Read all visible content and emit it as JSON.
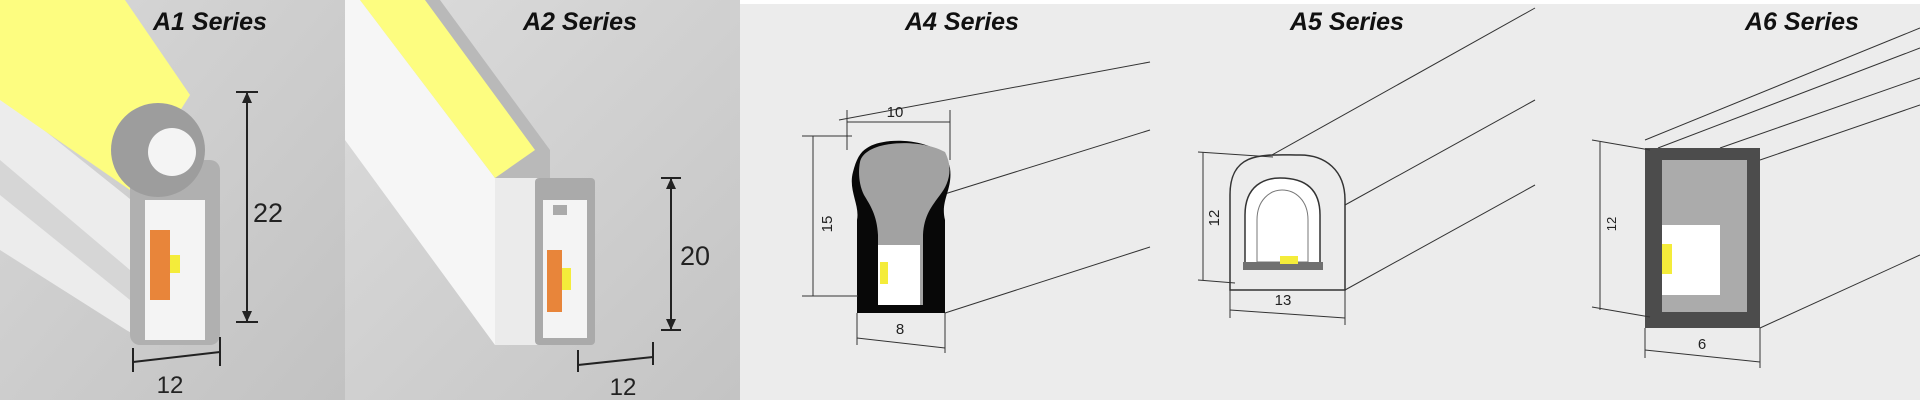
{
  "panels": [
    {
      "title": "A1 Series",
      "height_label": "22",
      "width_label": "12"
    },
    {
      "title": "A2 Series",
      "height_label": "20",
      "width_label": "12"
    },
    {
      "title": "A4 Series",
      "top_width_label": "10",
      "height_label": "15",
      "width_label": "8"
    },
    {
      "title": "A5 Series",
      "height_label": "12",
      "width_label": "13"
    },
    {
      "title": "A6 Series",
      "height_label": "12",
      "width_label": "6"
    }
  ],
  "colors": {
    "led_glow": "#fdfd80",
    "led_chip": "#f4ec3a",
    "led_strip": "#e8853a",
    "photo_bg": "#cfcfcf",
    "drawing_bg": "#ececec",
    "profile_gray": "#a2a2a2",
    "profile_dark": "#080808"
  }
}
